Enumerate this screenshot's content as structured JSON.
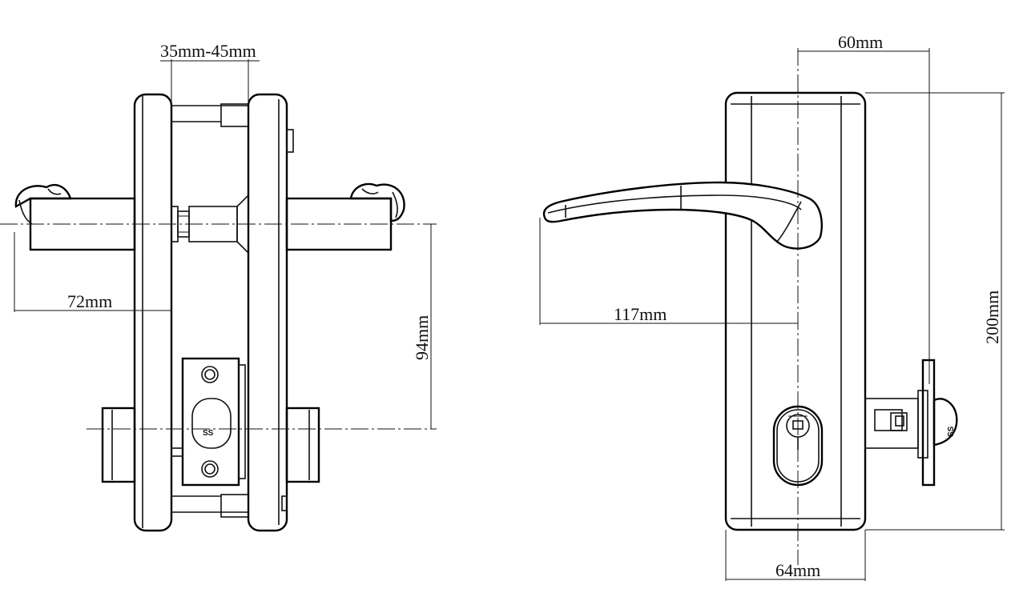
{
  "dimensions": {
    "door_thickness": "35mm-45mm",
    "handle_projection_side": "72mm",
    "handle_to_cylinder": "94mm",
    "backset": "60mm",
    "handle_projection_front": "117mm",
    "plate_height": "200mm",
    "plate_width": "64mm"
  },
  "marks": {
    "latch_stamp_side": "SS",
    "latch_stamp_front": "SS"
  }
}
